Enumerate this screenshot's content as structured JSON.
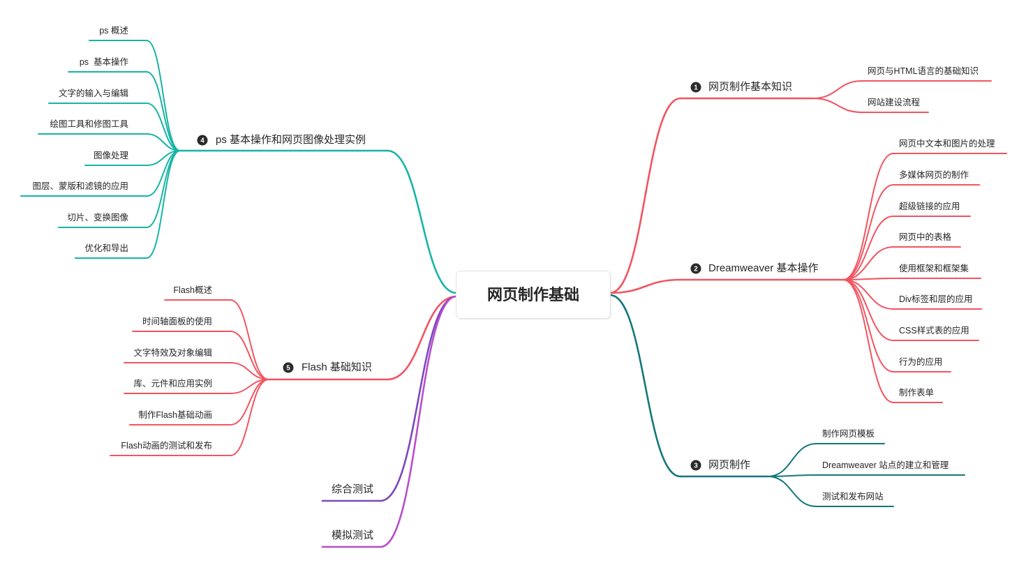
{
  "central_topic": "网页制作基础",
  "branches": [
    {
      "number": "1",
      "label": "网页制作基本知识",
      "color": "#f2545f",
      "children": [
        "网页与HTML语言的基础知识",
        "网站建设流程"
      ]
    },
    {
      "number": "2",
      "label": "Dreamweaver 基本操作",
      "color": "#f2545f",
      "children": [
        "网页中文本和图片的处理",
        "多媒体网页的制作",
        "超级链接的应用",
        "网页中的表格",
        "使用框架和框架集",
        "Div标签和层的应用",
        "CSS样式表的应用",
        "行为的应用",
        "制作表单"
      ]
    },
    {
      "number": "3",
      "label": "网页制作",
      "color": "#14777a",
      "children": [
        "制作网页模板",
        "Dreamweaver 站点的建立和管理",
        "测试和发布网站"
      ]
    },
    {
      "number": "4",
      "label": "ps 基本操作和网页图像处理实例",
      "color": "#16b4a5",
      "children": [
        "ps 概述",
        "ps  基本操作",
        "文字的输入与编辑",
        "绘图工具和修图工具",
        "图像处理",
        "图层、蒙版和滤镜的应用",
        "切片、变换图像",
        "优化和导出"
      ]
    },
    {
      "number": "5",
      "label": "Flash 基础知识",
      "color": "#f2545f",
      "children": [
        "Flash概述",
        "时间轴面板的使用",
        "文字特效及对象编辑",
        "库、元件和应用实例",
        "制作Flash基础动画",
        "Flash动画的测试和发布"
      ]
    },
    {
      "label": "综合测试",
      "color": "#7c47bf",
      "children": []
    },
    {
      "label": "模拟测试",
      "color": "#b84ec9",
      "children": []
    }
  ]
}
